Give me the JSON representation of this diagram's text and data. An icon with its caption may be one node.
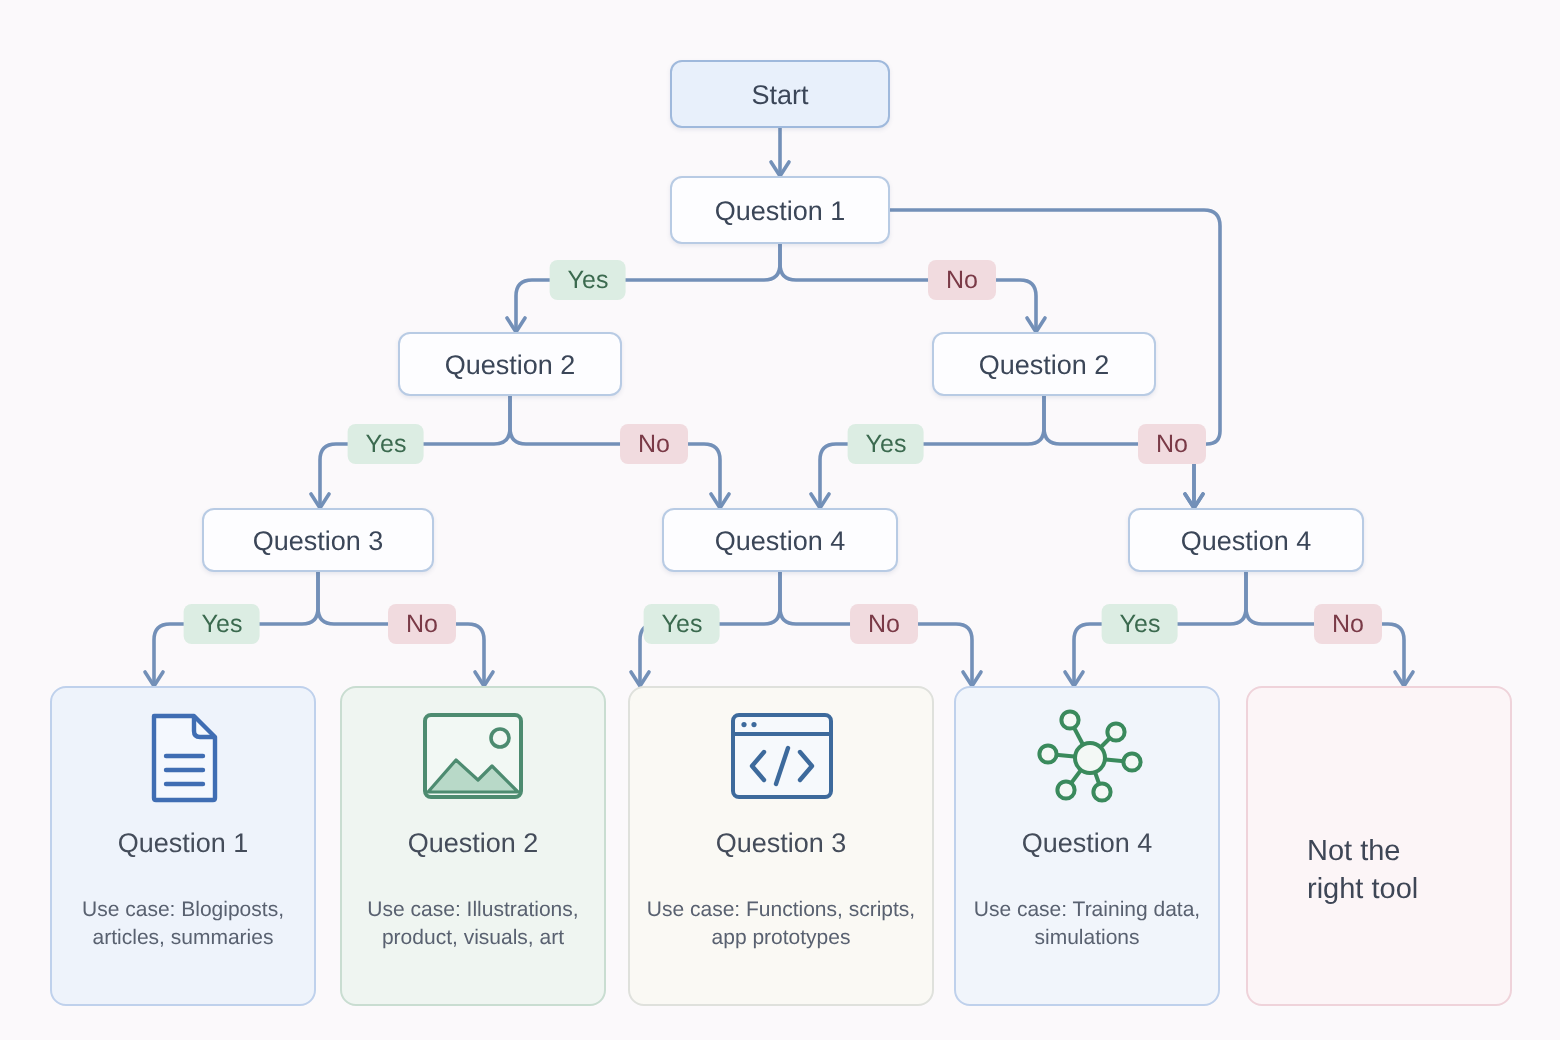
{
  "diagram": {
    "nodes": [
      {
        "text": [
          "Start"
        ]
      },
      {
        "text": [
          "Question 1"
        ]
      },
      {
        "text": [
          "Question 2"
        ]
      },
      {
        "text": [
          "Question 2"
        ]
      },
      {
        "text": [
          "Question 3"
        ]
      },
      {
        "text": [
          "Question 4"
        ]
      },
      {
        "text": [
          "Question 4"
        ]
      },
      {
        "text": [
          "Question 1",
          "Use case: Blogiposts, articles, summaries"
        ]
      },
      {
        "text": [
          "Question 2",
          "Use case: Illustrations, product, visuals, art"
        ]
      },
      {
        "text": [
          "Question 3",
          "Use case: Functions, scripts, app prototypes"
        ]
      },
      {
        "text": [
          "Question 4",
          "Use case: Training data, simulations"
        ]
      },
      {
        "text": [
          "Not the right tool"
        ]
      }
    ],
    "edges": [
      {
        "from": 0,
        "to": 1,
        "arrow": "to"
      },
      {
        "from": 1,
        "to": 2,
        "arrow": "to",
        "label": "Yes"
      },
      {
        "from": 1,
        "to": 3,
        "arrow": "to",
        "label": "No"
      },
      {
        "from": 1,
        "to": 6,
        "arrow": "to"
      },
      {
        "from": 2,
        "to": 4,
        "arrow": "to",
        "label": "Yes"
      },
      {
        "from": 2,
        "to": 5,
        "arrow": "to",
        "label": "No"
      },
      {
        "from": 3,
        "to": 5,
        "arrow": "to",
        "label": "Yes"
      },
      {
        "from": 3,
        "to": 6,
        "arrow": "to",
        "label": "No"
      },
      {
        "from": 4,
        "to": 7,
        "arrow": "to",
        "label": "Yes"
      },
      {
        "from": 4,
        "to": 8,
        "arrow": "to",
        "label": "No"
      },
      {
        "from": 5,
        "to": 9,
        "arrow": "to",
        "label": "Yes"
      },
      {
        "from": 5,
        "to": 10,
        "arrow": "to",
        "label": "No"
      },
      {
        "from": 6,
        "to": 10,
        "arrow": "to",
        "label": "Yes"
      },
      {
        "from": 6,
        "to": 11,
        "arrow": "to",
        "label": "No"
      }
    ]
  }
}
